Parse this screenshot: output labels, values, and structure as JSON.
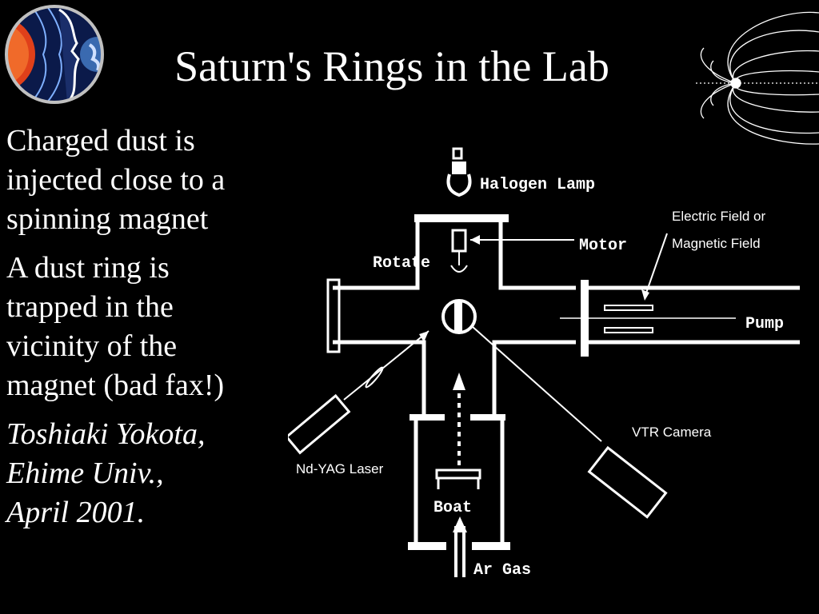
{
  "slide": {
    "title": "Saturn's Rings in the Lab"
  },
  "bullets": [
    {
      "lines": [
        "Charged dust is",
        "injected close to a",
        "spinning magnet"
      ],
      "style": "normal"
    },
    {
      "lines": [
        "A dust ring is",
        "trapped in the",
        "vicinity of the",
        "magnet (bad fax!)"
      ],
      "style": "normal"
    },
    {
      "lines": [
        "Toshiaki Yokota,",
        "Ehime Univ.,",
        "April 2001."
      ],
      "style": "italic"
    }
  ],
  "diagram": {
    "labels": {
      "halogen_lamp": "Halogen Lamp",
      "electric_field": "Electric Field or",
      "magnetic_field": "Magnetic Field",
      "motor": "Motor",
      "rotate": "Rotate",
      "pump": "Pump",
      "vtr_camera": "VTR Camera",
      "nd_yag_laser": "Nd-YAG Laser",
      "boat": "Boat",
      "ar_gas": "Ar Gas"
    }
  },
  "colors": {
    "background": "#000000",
    "foreground": "#ffffff",
    "sun": "#e0401a"
  }
}
